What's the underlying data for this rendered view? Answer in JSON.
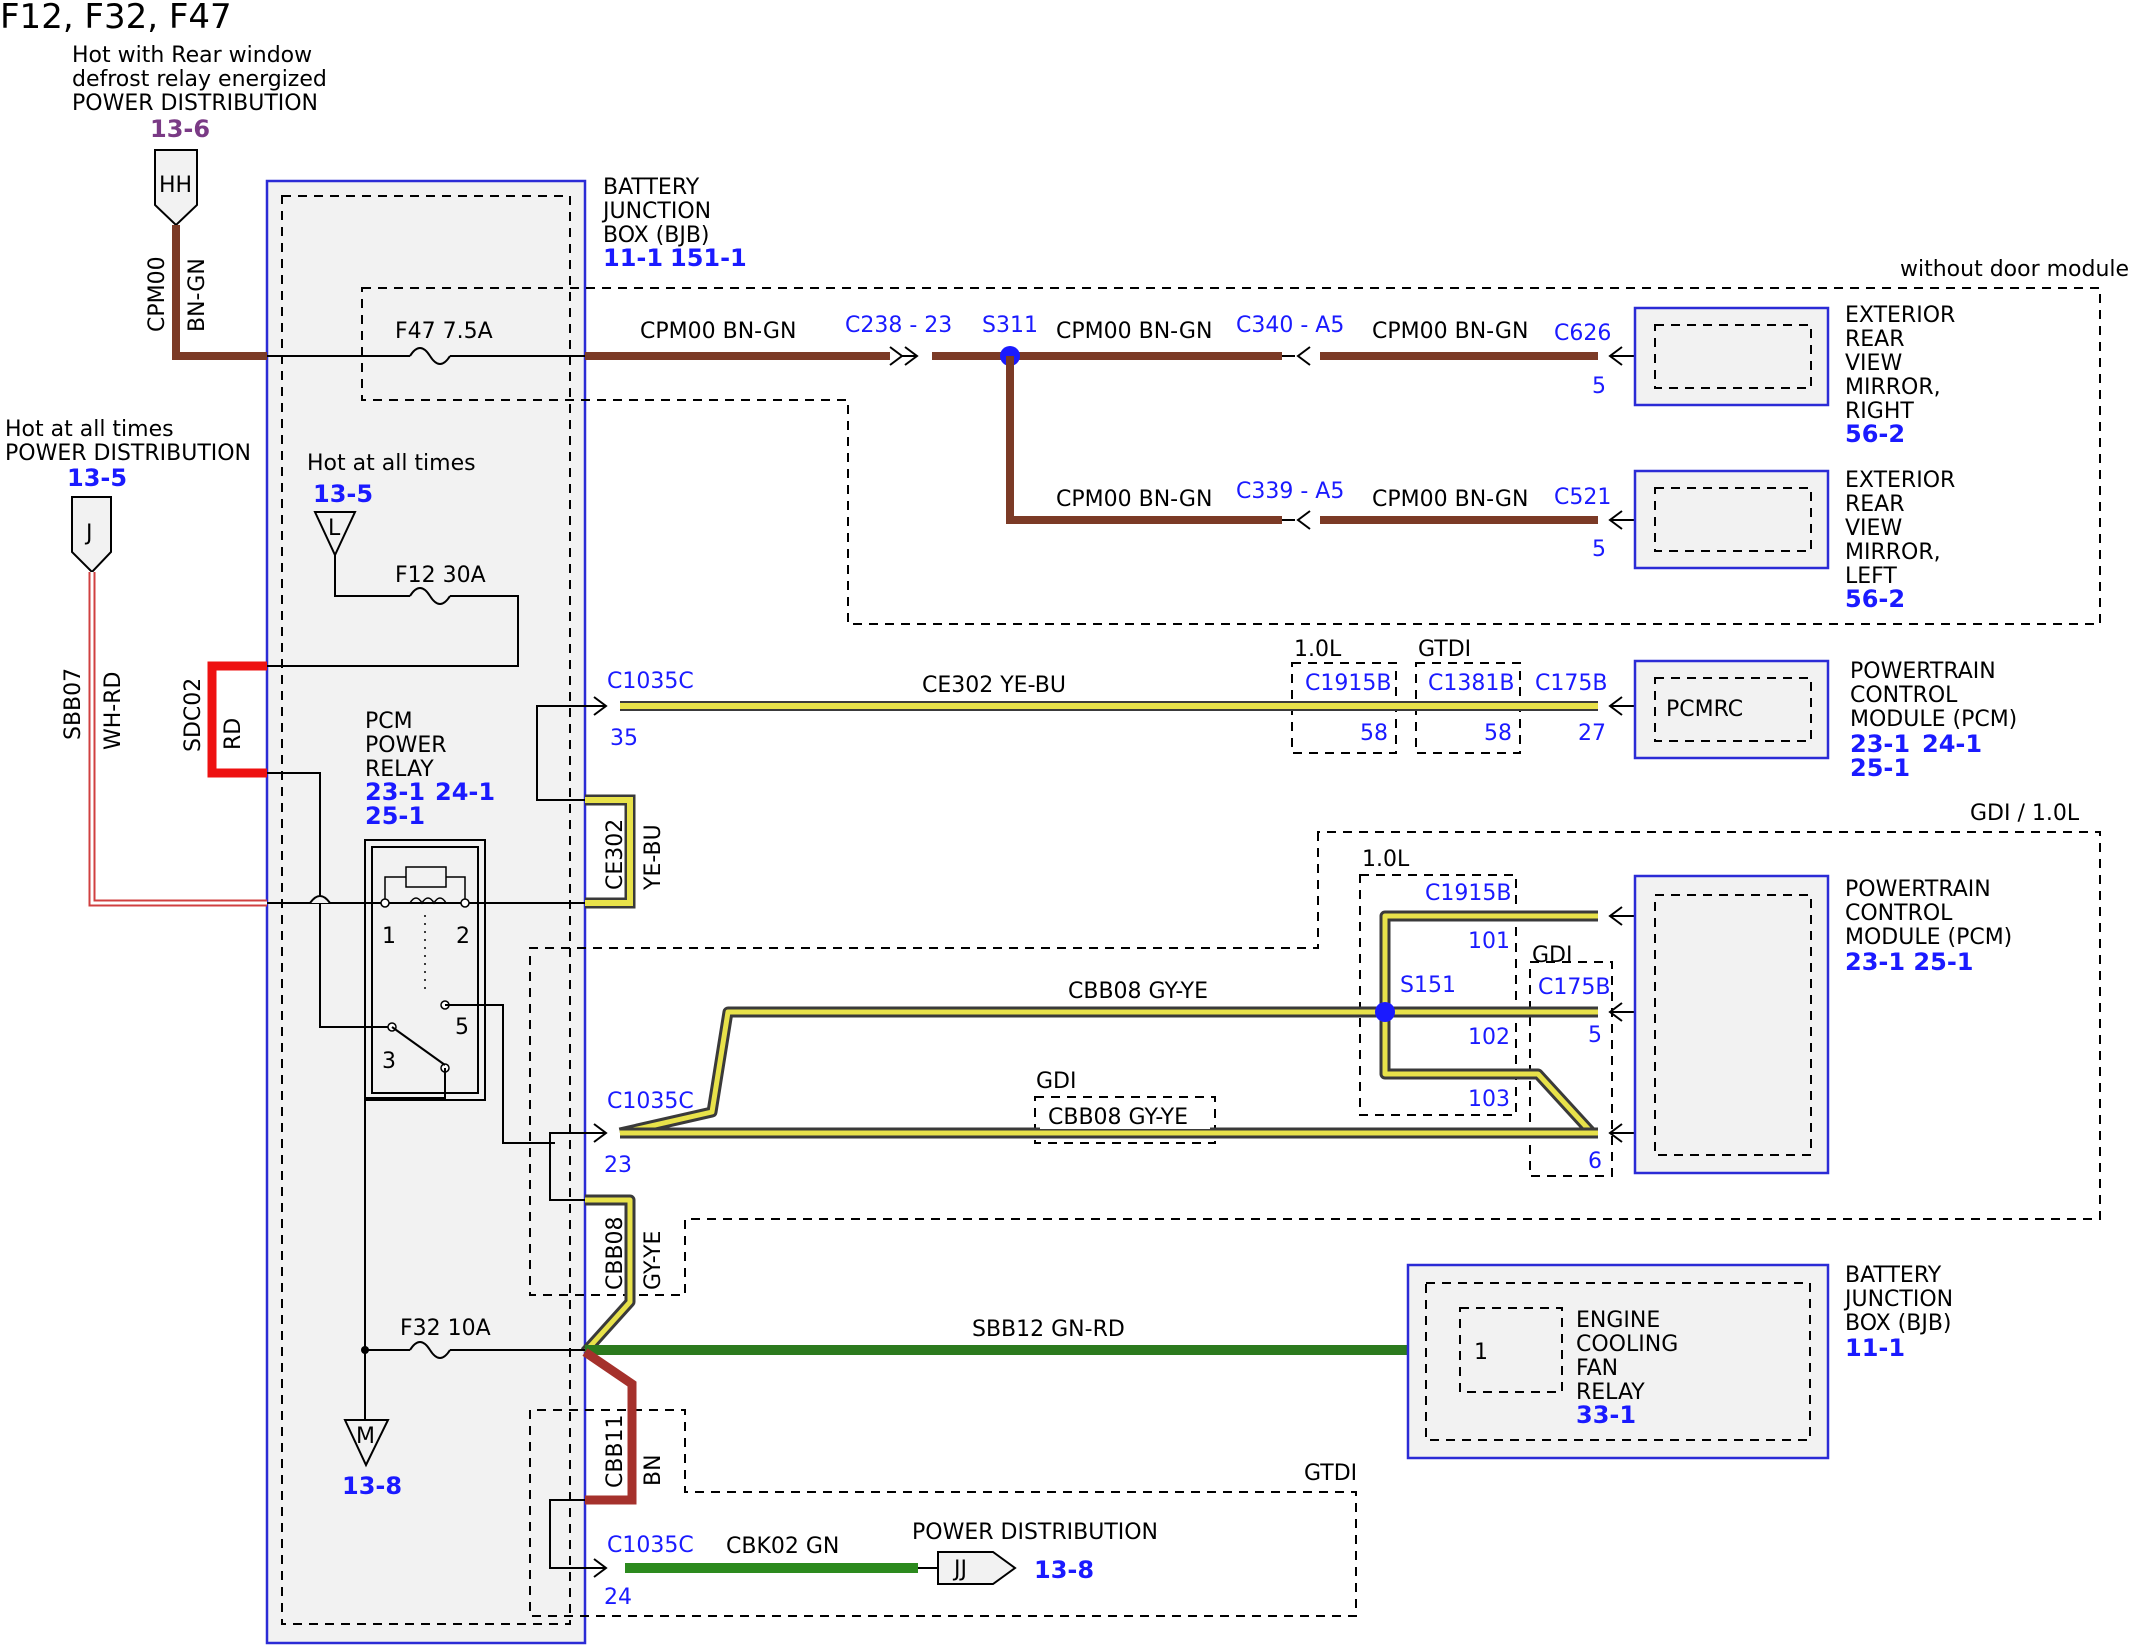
{
  "page_title": "F12, F32, F47",
  "colors": {
    "bn_gn": "#7b3a26",
    "bn": "#a5312c",
    "rd": "#ee1111",
    "ye_bu": "#e8e24a",
    "gy_ye": "#8a8f94",
    "gn_rd": "#2c7a1e",
    "gn": "#2c8a1e",
    "wh_rd": "#d04040",
    "connector_blue": "#1a1aff",
    "module_border": "#2b2bd6",
    "page_ref_purple": "#7a3a85"
  },
  "feeds": {
    "hh": {
      "desc1": "Hot with Rear window",
      "desc2": "defrost relay energized",
      "desc3": "POWER DISTRIBUTION",
      "ref": "13-6",
      "label": "HH"
    },
    "j": {
      "desc1": "Hot at all times",
      "desc2": "POWER DISTRIBUTION",
      "ref": "13-5",
      "label": "J"
    },
    "l": {
      "desc": "Hot at all times",
      "ref": "13-5",
      "label": "L"
    },
    "m": {
      "label": "M",
      "ref": "13-8"
    },
    "jj": {
      "label": "JJ",
      "desc": "POWER DISTRIBUTION",
      "ref": "13-8"
    }
  },
  "bjb": {
    "line1": "BATTERY",
    "line2": "JUNCTION",
    "line3": "BOX (BJB)",
    "ref1": "11-1",
    "ref2": "151-1"
  },
  "fuses": {
    "f47": "F47  7.5A",
    "f12": "F12  30A",
    "f32": "F32  10A"
  },
  "relay": {
    "line1": "PCM",
    "line2": "POWER",
    "line3": "RELAY",
    "ref1": "23-1",
    "ref2": "24-1",
    "ref3": "25-1",
    "pin1": "1",
    "pin2": "2",
    "pin3": "3",
    "pin5": "5"
  },
  "wires": {
    "cpm00": "CPM00",
    "bn_gn": "BN-GN",
    "cpm00_bn_gn": "CPM00  BN-GN",
    "sbb07": "SBB07",
    "wh_rd": "WH-RD",
    "sdc02": "SDC02",
    "rd": "RD",
    "ce302": "CE302",
    "ye_bu": "YE-BU",
    "ce302_ye_bu": "CE302  YE-BU",
    "cbb08": "CBB08",
    "gy_ye": "GY-YE",
    "cbb08_gy_ye": "CBB08 GY-YE",
    "sbb12_gn_rd": "SBB12  GN-RD",
    "cbb11": "CBB11",
    "bn": "BN",
    "cbk02_gn": "CBK02 GN"
  },
  "connectors": {
    "c238": "C238 - 23",
    "s311": "S311",
    "c340": "C340 - A5",
    "c339": "C339 - A5",
    "c626": "C626",
    "c626_pin": "5",
    "c521": "C521",
    "c521_pin": "5",
    "c1035c": "C1035C",
    "c1035c_pin35": "35",
    "c1035c_pin23": "23",
    "c1035c_pin24": "24",
    "c1915b": "C1915B",
    "c1915b_pin": "58",
    "c1381b": "C1381B",
    "c1381b_pin": "58",
    "c175b": "C175B",
    "c175b_pin": "27",
    "c1915b_2": "C1915B",
    "pin101": "101",
    "pin102": "102",
    "pin103": "103",
    "s151": "S151",
    "c175b_2": "C175B",
    "pin5": "5",
    "pin6": "6"
  },
  "options": {
    "without_door": "without door modules",
    "l10": "1.0L",
    "gtdi": "GTDI",
    "gdi_10l": "GDI / 1.0L",
    "gdi": "GDI",
    "l10b": "1.0L",
    "gdi2": "GDI",
    "gtdi2": "GTDI"
  },
  "modules": {
    "mirror_right": {
      "line1": "EXTERIOR",
      "line2": "REAR",
      "line3": "VIEW",
      "line4": "MIRROR,",
      "line5": "RIGHT",
      "ref": "56-2"
    },
    "mirror_left": {
      "line1": "EXTERIOR",
      "line2": "REAR",
      "line3": "VIEW",
      "line4": "MIRROR,",
      "line5": "LEFT",
      "ref": "56-2"
    },
    "pcm1": {
      "inner": "PCMRC",
      "line1": "POWERTRAIN",
      "line2": "CONTROL",
      "line3": "MODULE (PCM)",
      "ref1": "23-1",
      "ref2": "24-1",
      "ref3": "25-1"
    },
    "pcm2": {
      "line1": "POWERTRAIN",
      "line2": "CONTROL",
      "line3": "MODULE (PCM)",
      "ref": "23-1 25-1"
    },
    "bjb2": {
      "line1": "BATTERY",
      "line2": "JUNCTION",
      "line3": "BOX (BJB)",
      "ref": "11-1"
    },
    "fan_relay": {
      "pin": "1",
      "line1": "ENGINE",
      "line2": "COOLING",
      "line3": "FAN",
      "line4": "RELAY",
      "ref": "33-1"
    }
  }
}
